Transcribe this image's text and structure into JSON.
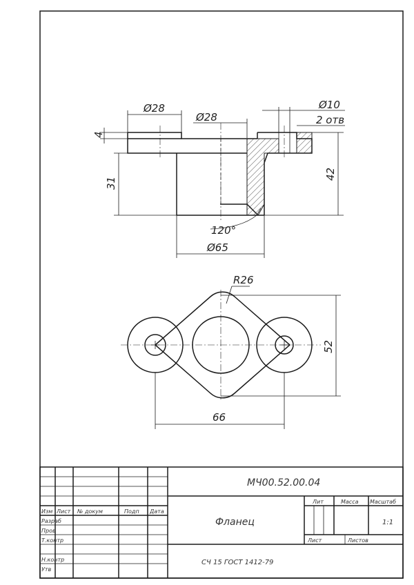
{
  "dimensions": {
    "d28_left": "Ø28",
    "d28_mid": "Ø28",
    "d10": "Ø10",
    "holes_count": "2 отв",
    "h4": "4",
    "h31": "31",
    "h42": "42",
    "angle120": "120°",
    "d65": "Ø65",
    "r26": "R26",
    "w66": "66",
    "h52": "52"
  },
  "title_block": {
    "designation": "МЧ00.52.00.04",
    "part_name": "Фланец",
    "material": "СЧ 15 ГОСТ 1412-79",
    "col_lit": "Лит",
    "col_mass": "Масса",
    "col_scale": "Масштаб",
    "scale_value": "1:1",
    "sheet_label": "Лист",
    "sheets_label": "Листов",
    "hdr_izm": "Изм",
    "hdr_list": "Лист",
    "hdr_doc": "№ докум",
    "hdr_sign": "Подп",
    "hdr_date": "Дата",
    "row_razrab": "Разраб",
    "row_prov": "Пров",
    "row_tkontr": "Т.контр",
    "row_nkontr": "Н.контр",
    "row_utv": "Утв"
  }
}
